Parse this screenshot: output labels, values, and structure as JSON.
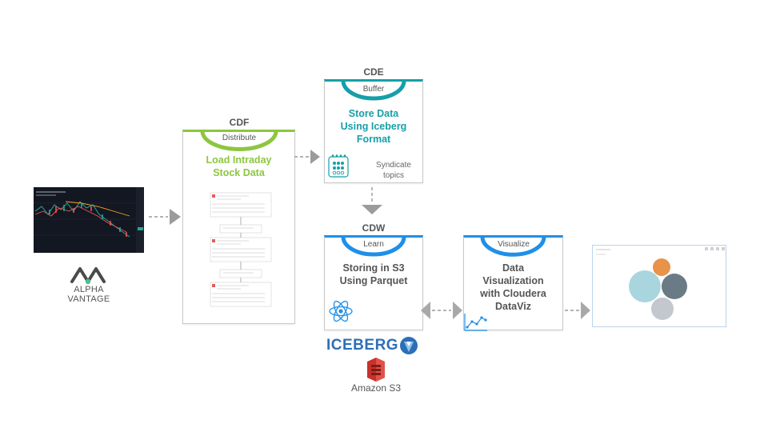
{
  "alpha_vantage": {
    "name_line1": "ALPHA",
    "name_line2": "VANTAGE"
  },
  "cdf": {
    "label": "CDF",
    "arc_label": "Distribute",
    "title_line1": "Load Intraday",
    "title_line2": "Stock Data",
    "color": "#8dc63f"
  },
  "cde": {
    "label": "CDE",
    "arc_label": "Buffer",
    "title_line1": "Store Data",
    "title_line2": "Using Iceberg",
    "title_line3": "Format",
    "note_line1": "Syndicate",
    "note_line2": "topics",
    "color": "#169fa8"
  },
  "cdw": {
    "label": "CDW",
    "arc_label": "Learn",
    "title_line1": "Storing in S3",
    "title_line2": "Using Parquet",
    "color": "#1f8fe8"
  },
  "viz": {
    "arc_label": "Visualize",
    "title_line1": "Data",
    "title_line2": "Visualization",
    "title_line3": "with Cloudera",
    "title_line4": "DataViz",
    "color": "#1f8fe8"
  },
  "iceberg": {
    "label": "ICEBERG"
  },
  "s3": {
    "label": "Amazon S3"
  }
}
